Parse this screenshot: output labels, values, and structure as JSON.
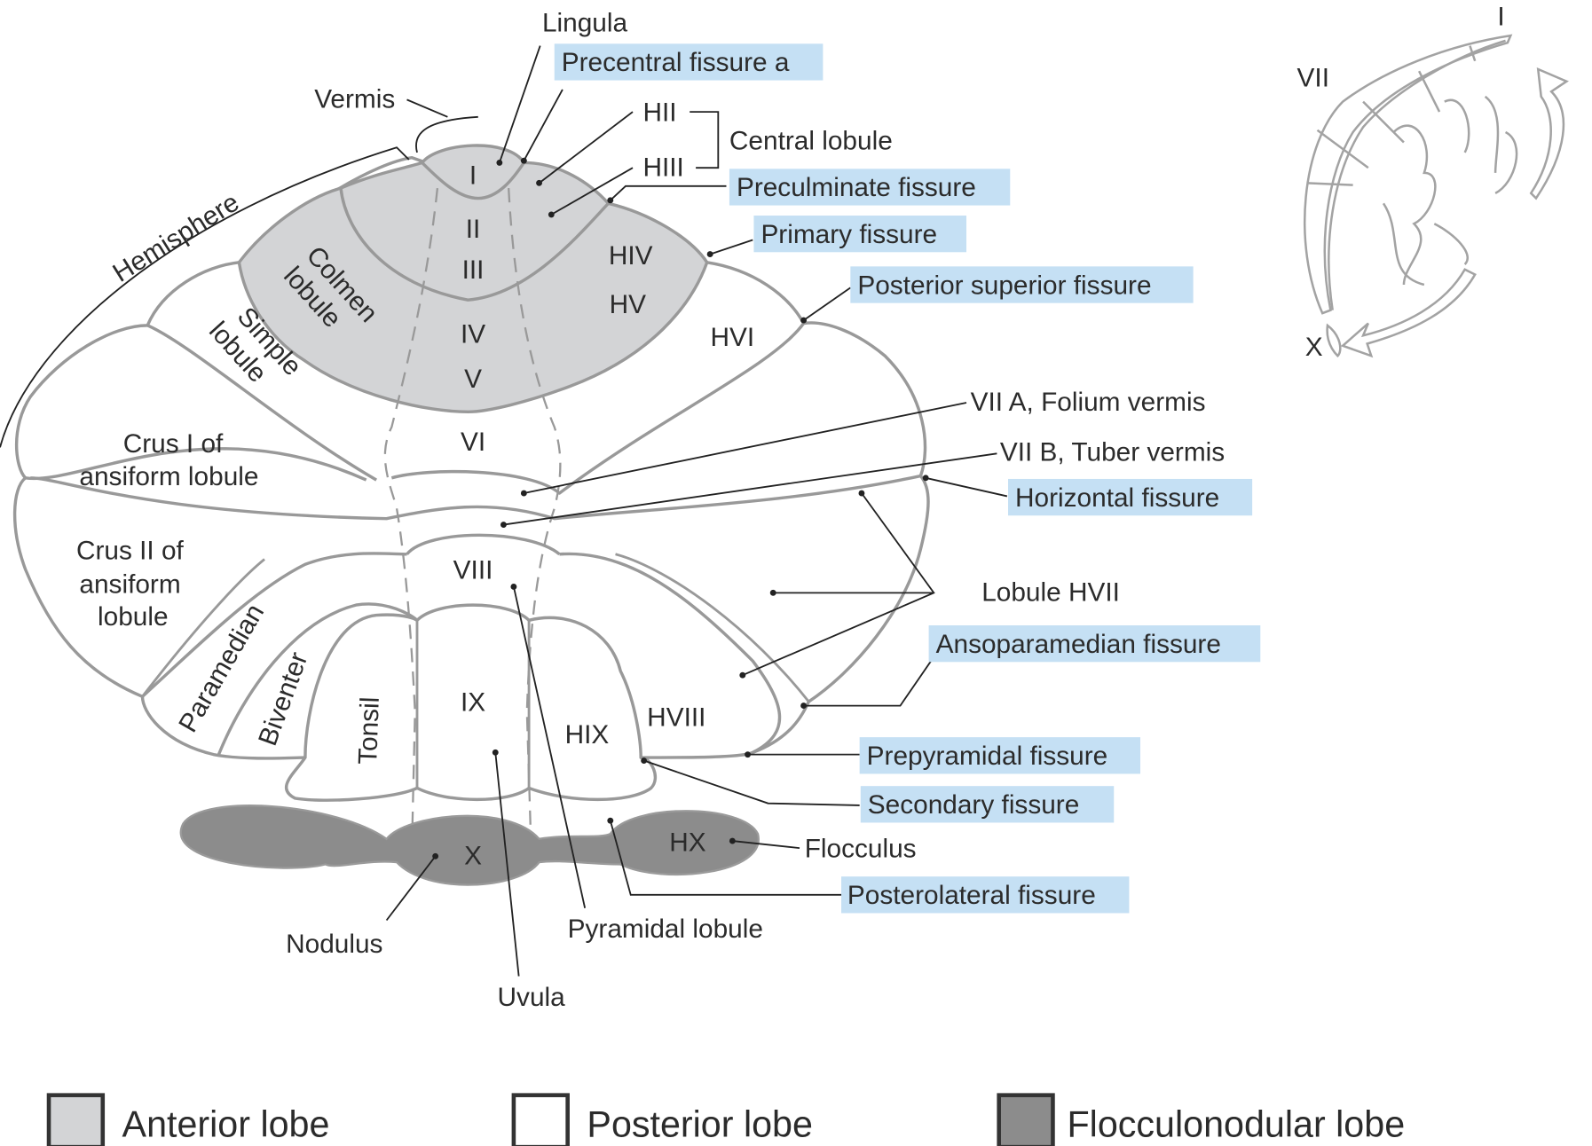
{
  "colors": {
    "anterior_lobe": "#d3d4d6",
    "posterior_lobe": "#ffffff",
    "flocculonodular_lobe": "#8c8c8c",
    "fissure_highlight": "#c5e0f4",
    "outline": "#999999"
  },
  "lobules": {
    "I": "I",
    "II": "II",
    "III": "III",
    "IV": "IV",
    "V": "V",
    "VI": "VI",
    "VIII": "VIII",
    "IX": "IX",
    "X": "X",
    "HIV": "HIV",
    "HV": "HV",
    "HVI": "HVI",
    "HVIII": "HVIII",
    "HIX": "HIX",
    "HX": "HX",
    "HII": "HII",
    "HIII": "HIII"
  },
  "region_labels": {
    "colmen_1": "Colmen",
    "colmen_2": "lobule",
    "simple_1": "Simple",
    "simple_2": "lobule",
    "crus1_1": "Crus I of",
    "crus1_2": "ansiform lobule",
    "crus2_1": "Crus II of",
    "crus2_2": "ansiform",
    "crus2_3": "lobule",
    "paramedian": "Paramedian",
    "biventer": "Biventer",
    "tonsil": "Tonsil"
  },
  "callouts": {
    "vermis": "Vermis",
    "hemisphere": "Hemisphere",
    "lingula": "Lingula",
    "central_lobule": "Central lobule",
    "folium": "VII A, Folium vermis",
    "tuber": "VII B, Tuber vermis",
    "lobule_hvii": "Lobule HVII",
    "flocculus": "Flocculus",
    "nodulus": "Nodulus",
    "uvula": "Uvula",
    "pyramidal": "Pyramidal lobule"
  },
  "fissures": {
    "precentral": "Precentral fissure a",
    "preculminate": "Preculminate fissure",
    "primary": "Primary fissure",
    "posterior_superior": "Posterior superior fissure",
    "horizontal": "Horizontal fissure",
    "ansoparamedian": "Ansoparamedian fissure",
    "prepyramidal": "Prepyramidal fissure",
    "secondary": "Secondary fissure",
    "posterolateral": "Posterolateral fissure"
  },
  "inset": {
    "top_label": "I",
    "mid_label": "VII",
    "bottom_label": "X"
  },
  "legend": [
    {
      "label": "Anterior lobe",
      "color": "#d3d4d6"
    },
    {
      "label": "Posterior lobe",
      "color": "#ffffff"
    },
    {
      "label": "Flocculonodular lobe",
      "color": "#8c8c8c"
    }
  ]
}
